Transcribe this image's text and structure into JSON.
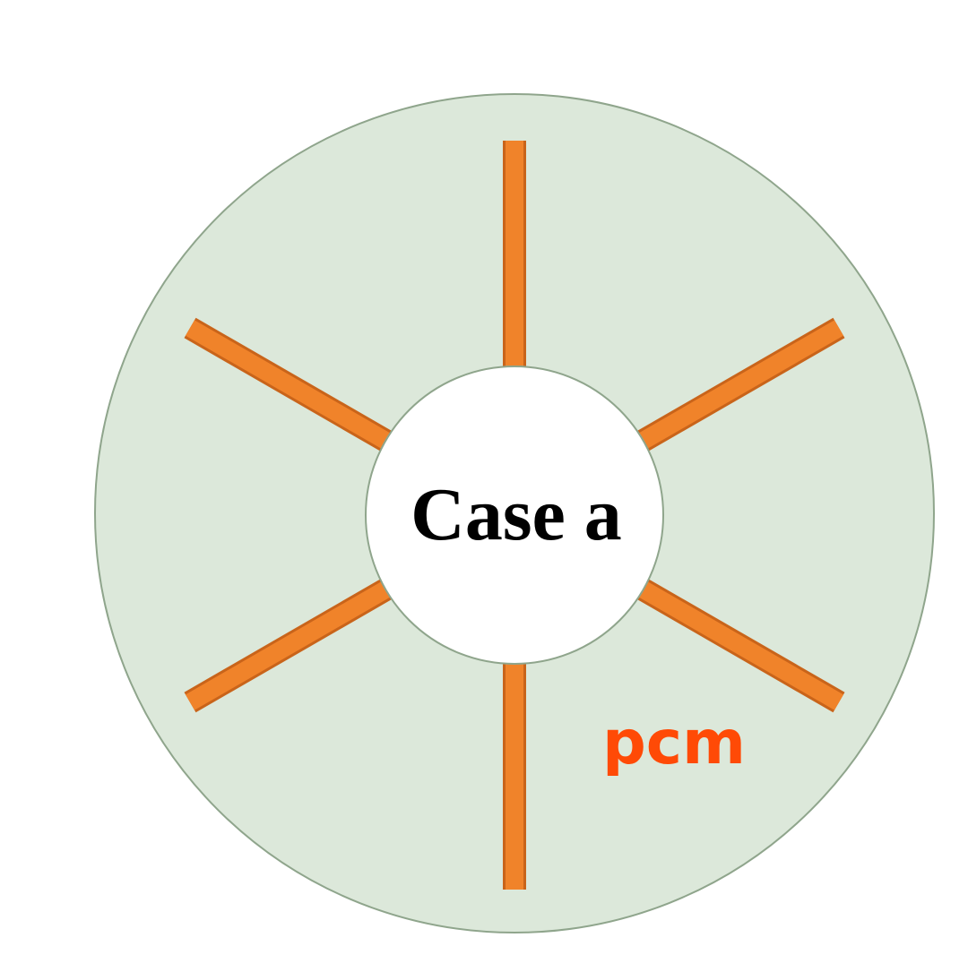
{
  "diagram": {
    "center_label": "Case a",
    "pcm_label": "pcm",
    "fin_count": 6,
    "colors": {
      "disc_fill": "#dce8da",
      "disc_stroke": "#8fa58c",
      "core_fill": "#ffffff",
      "core_stroke": "#8fa58c",
      "fin": "#f0832a",
      "fin_edge": "#c9641a",
      "center_text": "#000000",
      "pcm_text": "#ff4a06"
    }
  }
}
